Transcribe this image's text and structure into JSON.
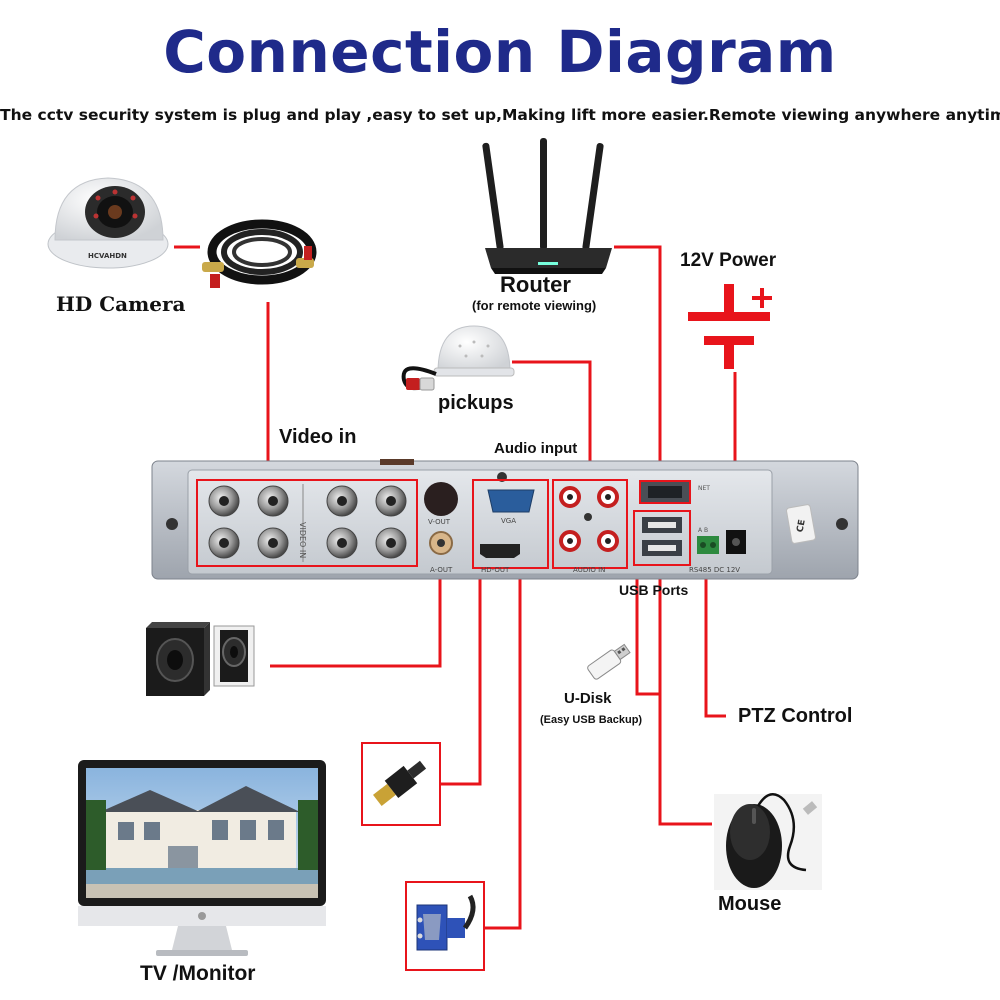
{
  "title": "Connection Diagram",
  "subtitle": "The cctv security system is plug and play ,easy to set up,Making lift more easier.Remote viewing anywhere anytime.",
  "labels": {
    "camera": "HD Camera",
    "router": "Router",
    "router_note": "(for remote viewing)",
    "power": "12V Power",
    "pickups": "pickups",
    "video_in": "Video in",
    "audio_input": "Audio input",
    "usb_ports": "USB Ports",
    "udisk": "U-Disk",
    "udisk_note": "(Easy USB Backup)",
    "ptz": "PTZ Control",
    "mouse": "Mouse",
    "tv": "TV /Monitor"
  },
  "panel_labels": {
    "video_in": "VIDEO IN",
    "v_out": "V-OUT",
    "a_out": "A-OUT",
    "vga": "VGA",
    "hd_out": "HD-OUT",
    "audio_in": "AUDIO IN",
    "net": "NET",
    "rs485": "RS485  DC 12V",
    "ab": "A  B",
    "cam_brand": "HCVAHDN",
    "ce": "CE"
  },
  "colors": {
    "title": "#1f2a8a",
    "wire": "#e8141b",
    "panel": "#b9bec6"
  }
}
